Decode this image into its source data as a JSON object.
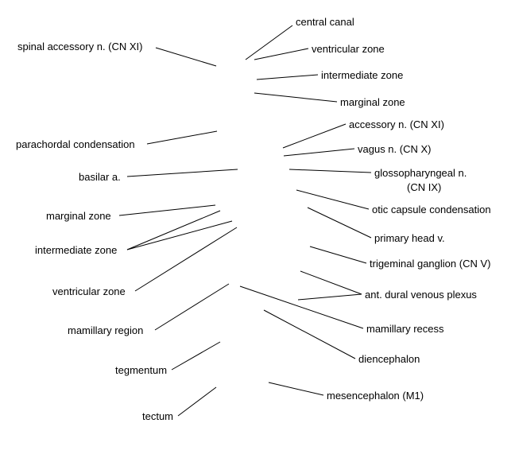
{
  "labels": {
    "spinal_accessory_n": "spinal accessory n. (CN XI)",
    "parachordal_condensation": "parachordal condensation",
    "basilar_a": "basilar a.",
    "marginal_zone_left": "marginal zone",
    "intermediate_zone_left": "intermediate zone",
    "ventricular_zone_left": "ventricular zone",
    "mamillary_region": "mamillary region",
    "tegmentum": "tegmentum",
    "tectum": "tectum",
    "central_canal": "central canal",
    "ventricular_zone_right": "ventricular zone",
    "intermediate_zone_right": "intermediate zone",
    "marginal_zone_right": "marginal zone",
    "accessory_n": "accessory n. (CN XI)",
    "vagus_n": "vagus n. (CN X)",
    "glossopharyngeal_n_line1": "glossopharyngeal n.",
    "glossopharyngeal_n_line2": "(CN IX)",
    "otic_capsule_condensation": "otic capsule condensation",
    "primary_head_v": "primary head v.",
    "trigeminal_ganglion": "trigeminal ganglion (CN V)",
    "ant_dural_venous_plexus": "ant. dural venous plexus",
    "mamillary_recess": "mamillary recess",
    "diencephalon": "diencephalon",
    "mesencephalon": "mesencephalon (M1)"
  },
  "colors": {
    "text": "#000000",
    "leader_line": "#000000",
    "background": "#ffffff"
  }
}
